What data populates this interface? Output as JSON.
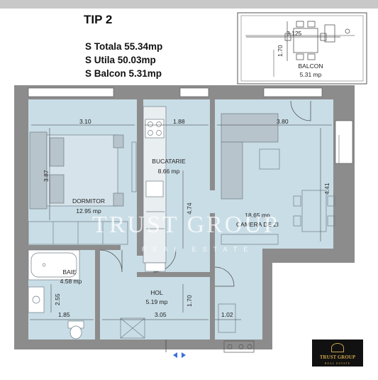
{
  "header": {
    "title": "TIP 2",
    "areas": [
      "S Totala  55.34mp",
      "S Utila 50.03mp",
      "S Balcon  5.31mp"
    ]
  },
  "rooms": {
    "balcon": {
      "name": "BALCON",
      "area": "5.31 mp"
    },
    "bucatarie": {
      "name": "BUCATARIE",
      "area": "8.66 mp"
    },
    "dormitor": {
      "name": "DORMITOR",
      "area": "12.95 mp"
    },
    "camera": {
      "name": "CAMERA DE ZI",
      "area": "18.65 mp"
    },
    "baie": {
      "name": "BAIE",
      "area": "4.58 mp"
    },
    "hol": {
      "name": "HOL",
      "area": "5.19 mp"
    }
  },
  "dimensions": {
    "balcon_w": "3.125",
    "balcon_h": "1.70",
    "dormitor_w": "3.10",
    "dormitor_h": "3.87",
    "bucatarie_w": "1.88",
    "bucatarie_h": "4.74",
    "camera_w": "3.80",
    "camera_h": "4.41",
    "baie_w": "1.85",
    "baie_h": "2.55",
    "hol_w": "3.05",
    "hol_h": "1.70",
    "entry_w": "1.02"
  },
  "watermark": {
    "main": "TRUST GROUP",
    "sub": "REAL ESTATE"
  },
  "logo": {
    "name": "TRUST GROUP",
    "sub": "REAL ESTATE"
  },
  "colors": {
    "floor": "#c9dde6",
    "wall": "#8c8c8c",
    "furniture": "#b8c4cb"
  }
}
